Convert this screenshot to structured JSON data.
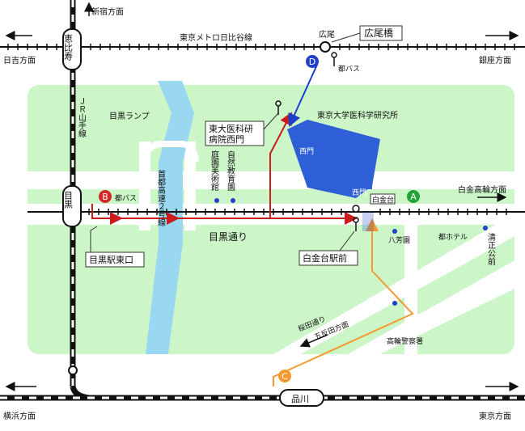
{
  "colors": {
    "green_area": "#ccf5c8",
    "water": "#9ad8f2",
    "building": "#2f5fd6",
    "route_red": "#cc1b1b",
    "route_orange": "#f59a2e",
    "route_blue": "#1b3fcc",
    "rail": "#111111",
    "marker_green": "#22a63a",
    "marker_orange": "#f59a2e",
    "marker_red": "#d62828",
    "marker_blue": "#2140c8"
  },
  "labels": {
    "shinjuku": "新宿方面",
    "ebisu": "恵比寿",
    "hibiya_line": "東京メトロ日比谷線",
    "hiroo": "広尾",
    "hiroo_bridge": "広尾橋",
    "hibiya_dir": "日吉方面",
    "ginza_dir": "銀座方面",
    "toei_bus_d": "都バス",
    "meguro_ramp": "目黒ランプ",
    "ims": "東京大学医科学研究所",
    "hospital_gate": "東大医科研\n病院西門",
    "nishimon_bldg": "西門",
    "shirokane_takanawa_dir": "白金高輪方面",
    "jr_yamanote": "ＪＲ山手線",
    "meguro": "目黒",
    "toei_bus_b": "都バス",
    "teien": "庭園美術館",
    "shizen": "自然教育園",
    "expressway": "首都高速２号線",
    "nishimon_small": "西門",
    "shirokanedai_small": "白金台",
    "happoen": "八芳園",
    "to_hotel": "都ホテル",
    "seishokoukou": "清正公前",
    "meguro_dori": "目黒通り",
    "meguro_east_exit": "目黒駅東口",
    "shirokanedai_station": "白金台駅前",
    "sakurada_dori": "桜田通り",
    "gotanda_dir": "五反田方面",
    "takanawa_police": "高輪警察署",
    "shinagawa": "品川",
    "yokohama_dir": "横浜方面",
    "tokyo_dir": "東京方面"
  },
  "markers": {
    "a": "A",
    "b": "B",
    "c": "C",
    "d": "D"
  }
}
